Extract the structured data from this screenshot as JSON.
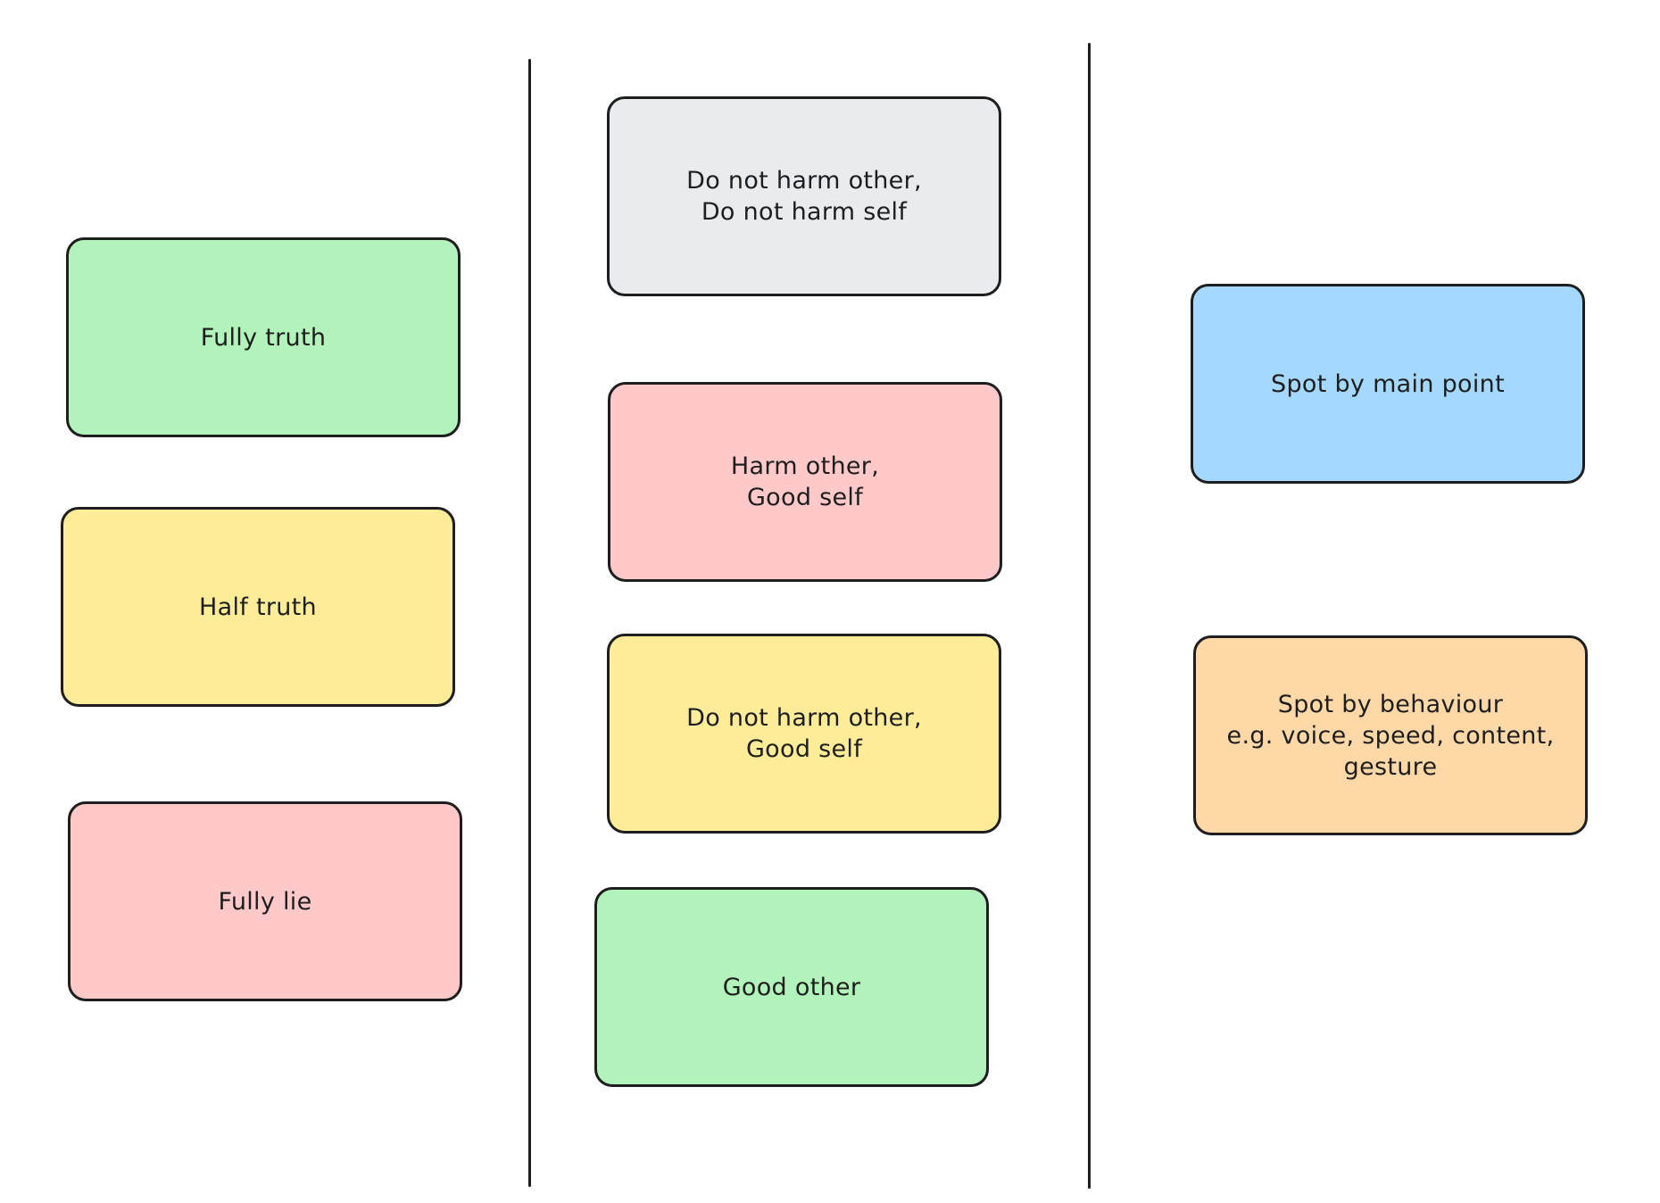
{
  "colors": {
    "green": "#b2f2bb",
    "yellow": "#ffec99",
    "red": "#ffc9c9",
    "gray": "#e9ecef",
    "blue": "#a5d8ff",
    "orange": "#ffd8a8",
    "stroke": "#1e1e1e"
  },
  "left_column": {
    "fully_truth": "Fully truth",
    "half_truth": "Half truth",
    "fully_lie": "Fully lie"
  },
  "middle_column": {
    "no_harm_other_no_harm_self": "Do not harm other,\nDo not harm self",
    "harm_other_good_self": "Harm other,\nGood self",
    "no_harm_other_good_self": "Do not harm other,\nGood self",
    "good_other": "Good other"
  },
  "right_column": {
    "spot_by_main_point": "Spot by main point",
    "spot_by_behaviour": "Spot by behaviour\ne.g. voice, speed, content,\ngesture"
  }
}
